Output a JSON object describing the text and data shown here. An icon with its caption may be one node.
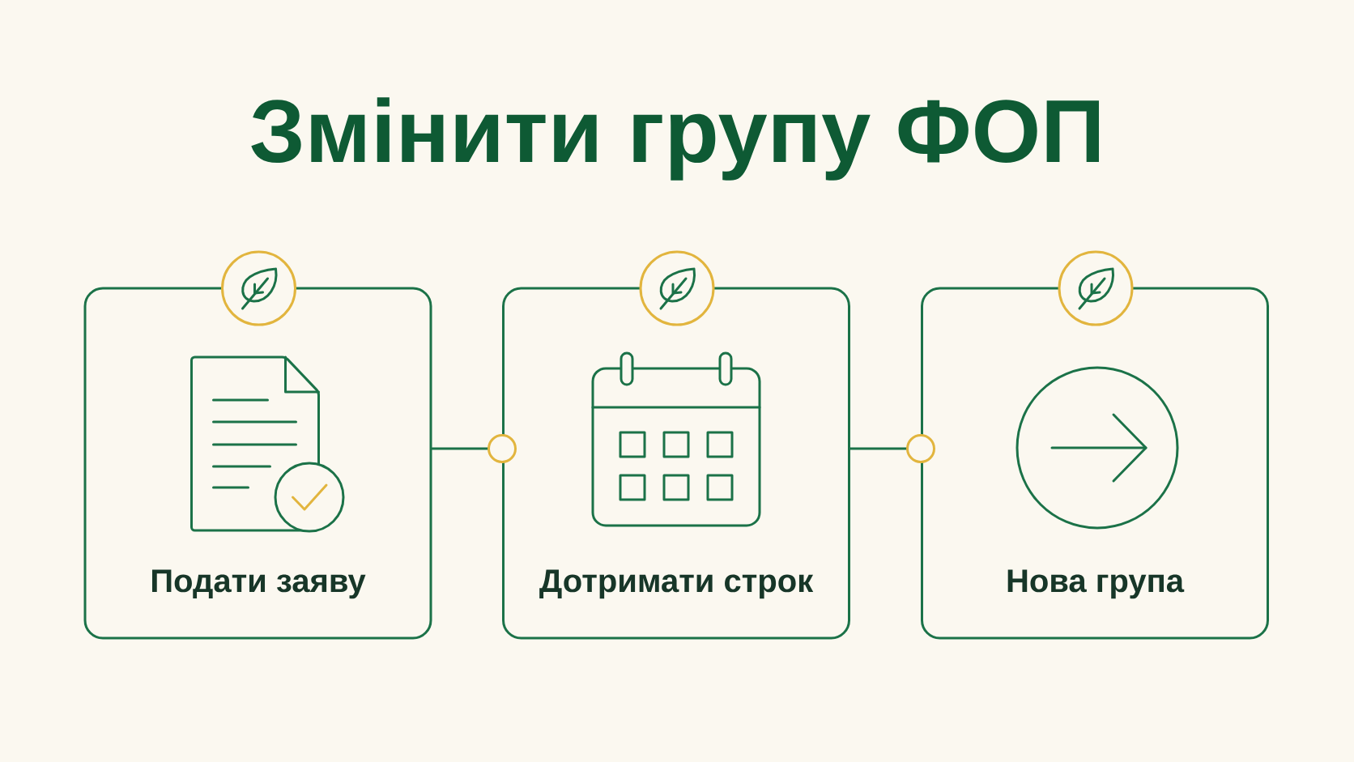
{
  "diagram": {
    "title": "Змінити групу ФОП",
    "nodes": [
      {
        "text": [
          "Подати заяву"
        ]
      },
      {
        "text": [
          "Дотримати строк"
        ]
      },
      {
        "text": [
          "Нова група"
        ]
      }
    ],
    "edges": [
      {
        "from": 0,
        "to": 1,
        "arrow": "other"
      },
      {
        "from": 1,
        "to": 2,
        "arrow": "other"
      }
    ]
  }
}
